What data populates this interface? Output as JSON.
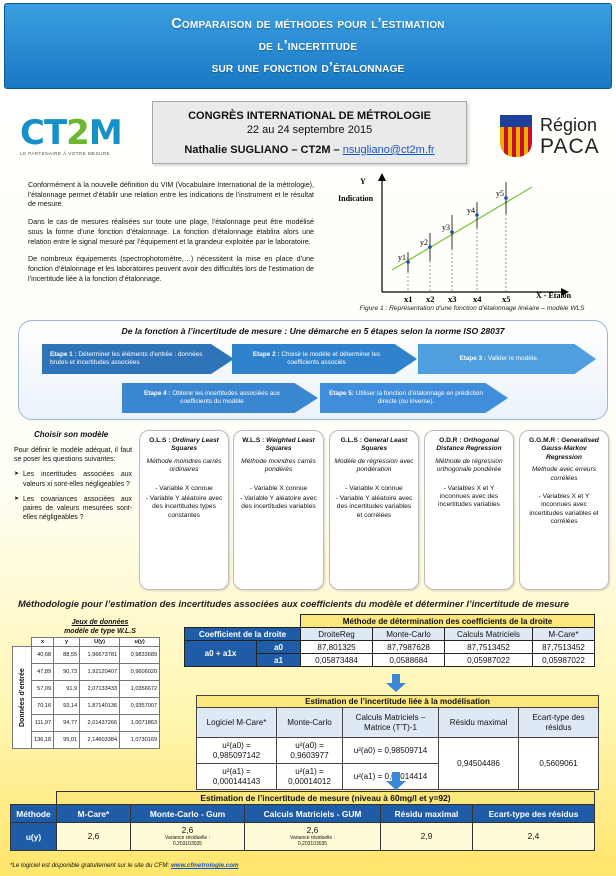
{
  "title": {
    "line1": "Comparaison de méthodes pour l’estimation",
    "line2": "de l’incertitude",
    "line3": "sur une fonction d’étalonnage"
  },
  "conference": {
    "name": "CONGRÈS INTERNATIONAL DE MÉTROLOGIE",
    "dates": "22 au 24 septembre 2015",
    "author": "Nathalie SUGLIANO – CT2M – ",
    "email": "nsugliano@ct2m.fr"
  },
  "logos": {
    "ct2m_a": "CT",
    "ct2m_b": "2",
    "ct2m_c": "M",
    "ct2m_tagline": "LE PARTENAIRE À VOTRE MESURE",
    "region_word": "Région",
    "region_name": "PACA"
  },
  "intro": {
    "p1": "Conformément à la nouvelle définition du VIM (Vocabulaire International de la métrologie), l’étalonnage permet d’établir une relation entre les indications de l’instrument et le résultat de mesure.",
    "p2": "Dans le cas de mesures réalisées sur toute une plage, l’étalonnage peut être modélisé sous la forme d’une fonction d’étalonnage. La fonction d’étalonnage établira alors une relation entre le signal mesuré par l’équipement et la grandeur exploitée par le laboratoire.",
    "p3": "De nombreux équipements (spectrophotomètre,…) nécessitent la mise en place d’une fonction d’étalonnage et les laboratoires peuvent avoir des difficultés lors de l’estimation de l’incertitude liée à la fonction d’étalonnage."
  },
  "figure": {
    "ylabel_top": "Y",
    "ylabel": "Indication",
    "xlabel": "X - Etalon",
    "points": [
      "y1",
      "y2",
      "y3",
      "y4",
      "y5"
    ],
    "xticks": [
      "x1",
      "x2",
      "x3",
      "x4",
      "x5"
    ],
    "caption": "Figure 1 : Représentation d’une fonction d’étalonnage linéaire – modèle WLS"
  },
  "steps": {
    "title": "De la fonction à l’incertitude de mesure : Une démarche en 5 étapes selon la norme ISO 28037",
    "s1_label": "Etape 1 :",
    "s1_text": " Déterminer les éléments d’entrée : données brutes et incertitudes associées",
    "s2_label": "Etape 2 :",
    "s2_text": " Choisir le modèle et déterminer les coefficients associés",
    "s3_label": "Etape 3 :",
    "s3_text": " Valider le modèle.",
    "s4_label": "Etape 4 :",
    "s4_text": " Obtenir les incertitudes associées aux coefficients du modèle",
    "s5_label": "Etape 5:",
    "s5_text": " Utiliser la fonction d’étalonnage en prédiction directe (ou inverse)."
  },
  "choose": {
    "title": "Choisir son modèle",
    "text": "Pour définir le modèle adéquat, il faut se poser les questions suivantes:",
    "q1": "Les incertitudes associées aux valeurs xi sont-elles négligeables ?",
    "q2": "Les covariances associées aux paires de valeurs mesurées sont-elles négligeables ?"
  },
  "models": [
    {
      "abbr": "O.L.S :",
      "name": "Ordinary Least Squares",
      "desc": "Méthode moindres carrés ordinaires",
      "details": [
        "- Variable X connue",
        "- Variable Y aléatoire avec des incertitudes types constantes"
      ]
    },
    {
      "abbr": "W.L.S :",
      "name": "Weighted Least Squares",
      "desc": "Méthode moindres carrés pondérés",
      "details": [
        "- Variable X connue",
        "- Variable Y aléatoire avec des incertitudes variables"
      ]
    },
    {
      "abbr": "G.L.S :",
      "name": "General Least Squares",
      "desc": "Modèle de régression avec pondération",
      "details": [
        "- Variable X connue",
        "- Variable Y aléatoire avec des incertitudes variables et corrélées"
      ]
    },
    {
      "abbr": "O.D.R :",
      "name": "Orthogonal Distance Regression",
      "desc": "Méthode de régression orthogonale pondérée",
      "details": [
        "- Variables X et Y inconnues avec des incertitudes variables"
      ]
    },
    {
      "abbr": "G.G.M.R :",
      "name": "Generalised Gauss-Markov Regression",
      "desc": "Méthode avec erreurs corrélées",
      "details": [
        "- Variables X et Y inconnues avec incertitudes variables et corrélées"
      ]
    }
  ],
  "methodology_title": "Méthodologie pour l’estimation des incertitudes associées aux coefficients du modèle et déterminer l’incertitude de mesure",
  "dataset": {
    "title_line1": "Jeux de données",
    "title_line2": "modèle de type W.L.S",
    "side_label": "Données d’entrée",
    "headers": [
      "x",
      "y",
      "U(y)",
      "u(y)"
    ],
    "rows": [
      [
        "40,68",
        "88,55",
        "1,96673781",
        "0,9833689"
      ],
      [
        "47,89",
        "90,73",
        "1,92120407",
        "0,9606020"
      ],
      [
        "57,09",
        "91,9",
        "2,07133433",
        "1,0356672"
      ],
      [
        "70,16",
        "93,14",
        "1,87140136",
        "0,9357007"
      ],
      [
        "111,97",
        "94,77",
        "2,01437266",
        "1,0071863"
      ],
      [
        "136,18",
        "95,01",
        "2,14603384",
        "1,0730169"
      ]
    ]
  },
  "coef_table": {
    "title": "Méthode de détermination des coefficients de la droite",
    "col0": "Coefficient de la droite",
    "headers": [
      "DroiteReg",
      "Monte-Carlo",
      "Calculs Matriciels",
      "M-Care*"
    ],
    "model_label": "a0 + a1x",
    "rows": [
      {
        "coef": "a0",
        "values": [
          "87,801325",
          "87,7987628",
          "87,7513452",
          "87,7513452"
        ]
      },
      {
        "coef": "a1",
        "values": [
          "0,05873484",
          "0,0588684",
          "0,05987022",
          "0,05987022"
        ]
      }
    ]
  },
  "est_table": {
    "title": "Estimation de l’incertitude liée à la modélisation",
    "headers": [
      "Logiciel M-Care*",
      "Monte-Carlo",
      "Calculs Matriciels – Matrice (T’T)-1",
      "Résidu maximal",
      "Ecart-type des résidus"
    ],
    "row1": [
      "u²(a0) = 0,985097142",
      "u²(a0) = 0,9603977",
      "u²(a0) = 0,98509714"
    ],
    "row2": [
      "u²(a1) = 0,000144143",
      "u²(a1) = 0,00014012",
      "u²(a1) = 0,00014414"
    ],
    "residu": "0,94504486",
    "ecart": "0,5609061"
  },
  "final_table": {
    "title": "Estimation de l’incertitude de mesure (niveau à 60mg/l et y=92)",
    "method_label": "Méthode",
    "uy_label": "u(y)",
    "headers": [
      "M-Care*",
      "Monte-Carlo - Gum",
      "Calculs Matriciels - GUM",
      "Résidu maximal",
      "Ecart-type des résidus"
    ],
    "values": [
      "2,6",
      "2,6",
      "2,6",
      "2,9",
      "2,4"
    ],
    "variance_label": "Variance résiduelle :",
    "variance_value": "0,203103035"
  },
  "footnote": {
    "text": "*Le logiciel est disponible gratuitement sur le site du CFM: ",
    "link": "www.cfmetrologie.com"
  }
}
